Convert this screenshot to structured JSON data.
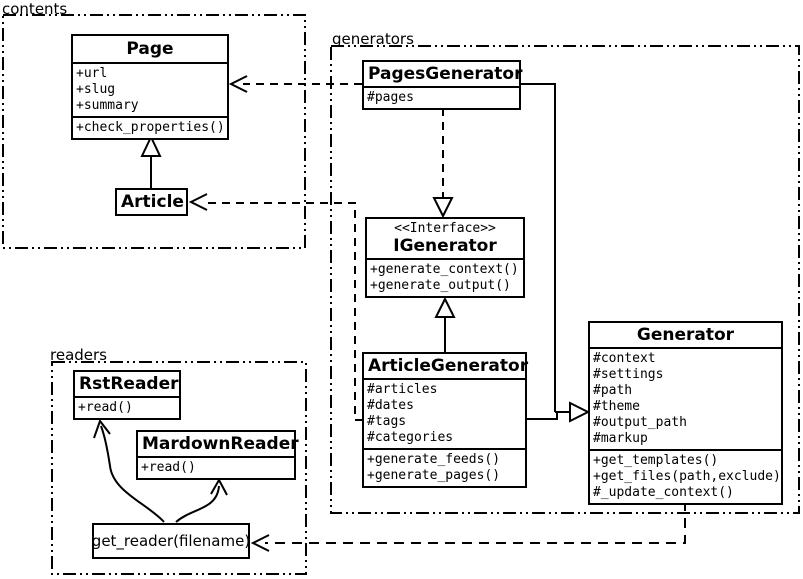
{
  "diagram_type": "uml-class-diagram",
  "colors": {
    "line": "#000000",
    "background": "#ffffff",
    "text": "#000000"
  },
  "packages": {
    "contents": {
      "label": "contents"
    },
    "generators": {
      "label": "generators"
    },
    "readers": {
      "label": "readers"
    }
  },
  "classes": {
    "page": {
      "name": "Page",
      "attributes": [
        "+url",
        "+slug",
        "+summary"
      ],
      "methods": [
        "+check_properties()"
      ]
    },
    "article": {
      "name": "Article"
    },
    "pages_generator": {
      "name": "PagesGenerator",
      "attributes": [
        "#pages"
      ]
    },
    "igenerator": {
      "stereotype": "<<Interface>>",
      "name": "IGenerator",
      "methods": [
        "+generate_context()",
        "+generate_output()"
      ]
    },
    "article_generator": {
      "name": "ArticleGenerator",
      "attributes": [
        "#articles",
        "#dates",
        "#tags",
        "#categories"
      ],
      "methods": [
        "+generate_feeds()",
        "+generate_pages()"
      ]
    },
    "generator": {
      "name": "Generator",
      "attributes": [
        "#context",
        "#settings",
        "#path",
        "#theme",
        "#output_path",
        "#markup"
      ],
      "methods": [
        "+get_templates()",
        "+get_files(path,exclude)",
        "#_update_context()"
      ]
    },
    "rst_reader": {
      "name": "RstReader",
      "methods": [
        "+read()"
      ]
    },
    "markdown_reader": {
      "name": "MardownReader",
      "methods": [
        "+read()"
      ]
    },
    "get_reader": {
      "name": "get_reader(filename)"
    }
  },
  "relationships": [
    "Article --|> Page (inheritance)",
    "PagesGenerator ..|> IGenerator (realization, dashed)",
    "ArticleGenerator --|> IGenerator (inheritance)",
    "PagesGenerator/ArticleGenerator --|> Generator (inheritance)",
    "PagesGenerator ..> Page (dependency)",
    "ArticleGenerator ..> Article (dependency)",
    "Generator ..> get_reader (dependency)",
    "get_reader -> RstReader (curved arrow)",
    "get_reader -> MardownReader (curved arrow)"
  ]
}
